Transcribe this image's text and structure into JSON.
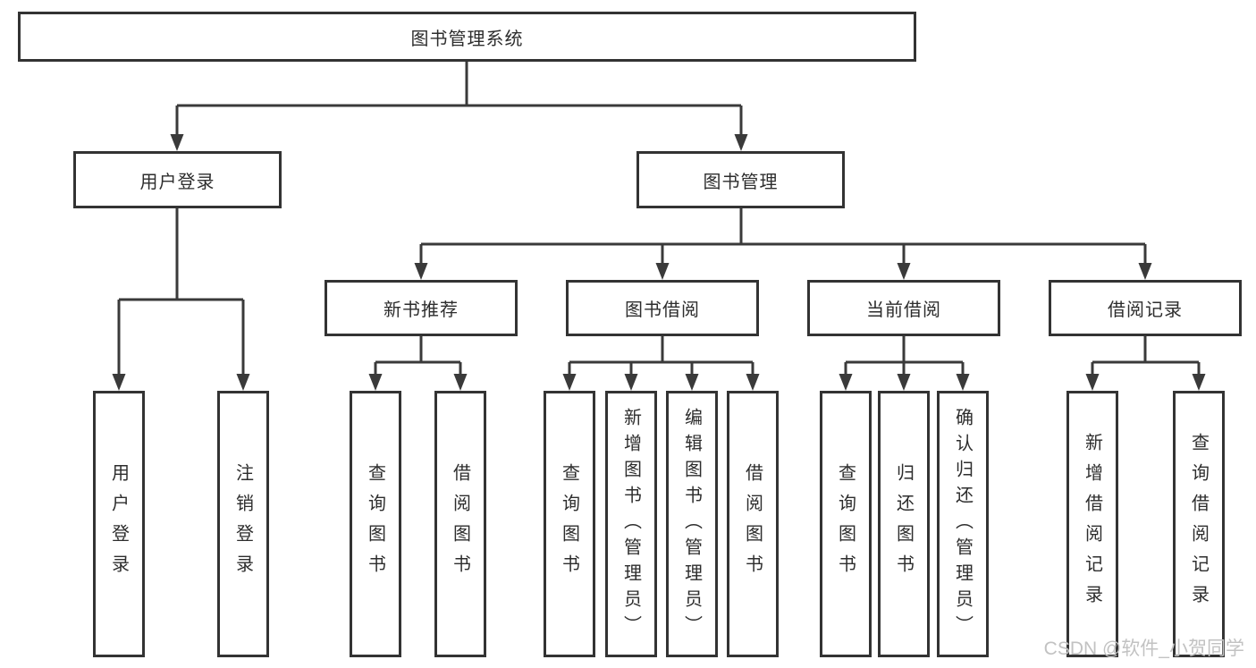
{
  "tree": {
    "root": "图书管理系统",
    "branches": {
      "user_login": {
        "label": "用户登录",
        "children": [
          "用户登录",
          "注销登录"
        ]
      },
      "book_mgmt": {
        "label": "图书管理",
        "sections": {
          "new_rec": {
            "label": "新书推荐",
            "children": [
              "查询图书",
              "借阅图书"
            ]
          },
          "borrow": {
            "label": "图书借阅",
            "children": [
              "查询图书",
              "新增图书（管理员）",
              "编辑图书（管理员）",
              "借阅图书"
            ]
          },
          "current": {
            "label": "当前借阅",
            "children": [
              "查询图书",
              "归还图书",
              "确认归还（管理员）"
            ]
          },
          "records": {
            "label": "借阅记录",
            "children": [
              "新增借阅记录",
              "查询借阅记录"
            ]
          }
        }
      }
    }
  },
  "watermark": {
    "text": "CSDN @软件_小贺同学"
  },
  "colors": {
    "line": "#3a3a3a",
    "border": "#333333",
    "text": "#2d2d2d",
    "watermark": "#c2c2c2",
    "background": "#ffffff"
  }
}
